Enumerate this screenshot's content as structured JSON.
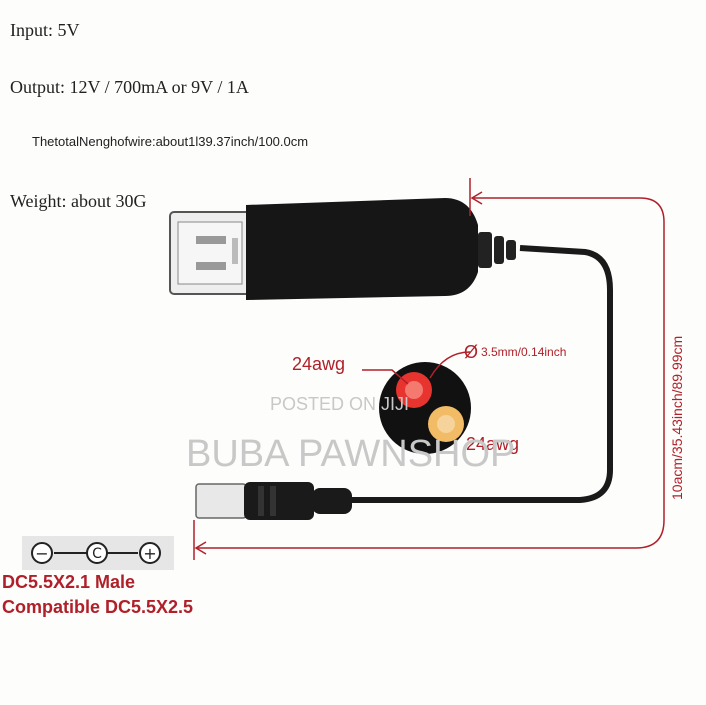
{
  "specs": {
    "input": "Input: 5V",
    "output": "Output: 12V / 700mA or 9V / 1A",
    "wire_length": "ThetotalNenghofwire:about1l39.37inch/100.0cm",
    "weight": "Weight: about 30G"
  },
  "connector": {
    "awg_top": "24awg",
    "awg_bottom": "24awg",
    "diameter": "3.5mm/0.14inch",
    "diameter_symbol": "Ø"
  },
  "dimension": {
    "length_label": "10acm/35.43inch/89.99cm"
  },
  "polarity": {
    "minus": "−",
    "center": "C",
    "plus": "+"
  },
  "dc_info": {
    "line1": "DC5.5X2.1 Male",
    "line2": "Compatible DC5.5X2.5"
  },
  "watermark": {
    "posted": "POSTED ON JIJI",
    "shop": "BUBA PAWNSHOP"
  },
  "colors": {
    "accent_red": "#b0202a",
    "cable": "#1a1a1a"
  }
}
